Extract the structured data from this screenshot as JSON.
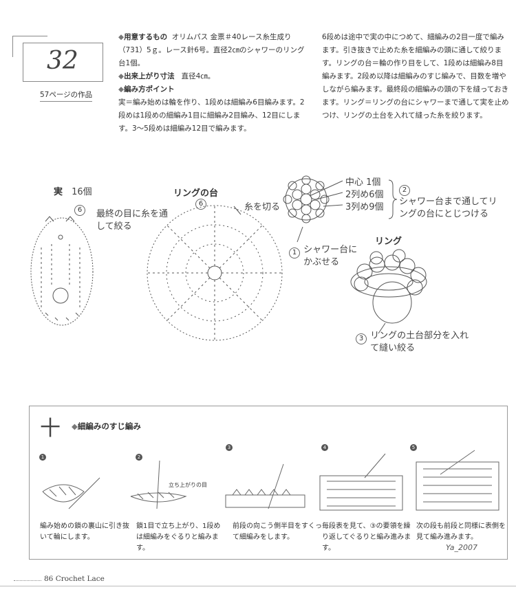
{
  "header": {
    "number": "32",
    "page_ref": "57ページの作品"
  },
  "materials": {
    "label": "用意するもの",
    "text": "オリムパス 金票＃40レース糸生成り（731）5ｇ。レース針6号。直径2㎝のシャワーのリング台1個。"
  },
  "finished_size": {
    "label": "出来上がり寸法",
    "text": "直径4㎝。"
  },
  "points": {
    "label": "編み方ポイント",
    "text": "実＝編み始めは輪を作り、1段めは細編み6目編みます。2段めは1段めの細編み1目に細編み2目編み、12目にします。3～5段めは細編み12目で編みます。"
  },
  "instructions_col2": "6段めは途中で実の中につめて、細編みの2目一度で編みます。引き抜きで止めた糸を細編みの頭に通して絞ります。リングの台＝輪の作り目をして、1段めは細編み8目編みます。2段め以降は細編みのすじ編みで、目数を増やしながら編みます。最終段の細編みの頭の下を縫っておきます。リング＝リングの台にシャワーまで通して実を止めつけ、リングの土台を入れて縫った糸を絞ります。",
  "diagram": {
    "berry_title": "実",
    "berry_count": "16個",
    "berry_row": "6",
    "berry_note": "最終の目に糸を通して絞る",
    "ring_base_title": "リングの台",
    "ring_base_row": "6",
    "ring_base_note": "糸を切る",
    "center_label": "中心 1個",
    "row2_label": "2列め6個",
    "row3_label": "3列め9個",
    "step1_num": "1",
    "step1_text": "シャワー台にかぶせる",
    "step2_num": "2",
    "step2_text": "シャワー台まで通してリングの台にとじつける",
    "ring_title": "リング",
    "step3_num": "3",
    "step3_text": "リングの土台部分を入れて縫い絞る"
  },
  "tutorial": {
    "mark": "十",
    "title": "細編みのすじ編み",
    "arrow_label": "立ち上がりの目",
    "steps": [
      {
        "num": "1",
        "caption": "編み始めの鎖の裏山に引き抜いて輪にします。"
      },
      {
        "num": "2",
        "caption": "鎖1目で立ち上がり、1段めは細編みをぐるりと編みます。"
      },
      {
        "num": "3",
        "caption": "前段の向こう側半目をすくって細編みをします。"
      },
      {
        "num": "4",
        "caption": "毎段表を見て、③の要領を繰り返してぐるりと編み進みます。"
      },
      {
        "num": "5",
        "caption": "次の段も前段と同様に表側を見て編み進みます。"
      }
    ]
  },
  "footer": {
    "page": "86",
    "book": "Crochet Lace"
  },
  "watermark": "Ya_2007"
}
